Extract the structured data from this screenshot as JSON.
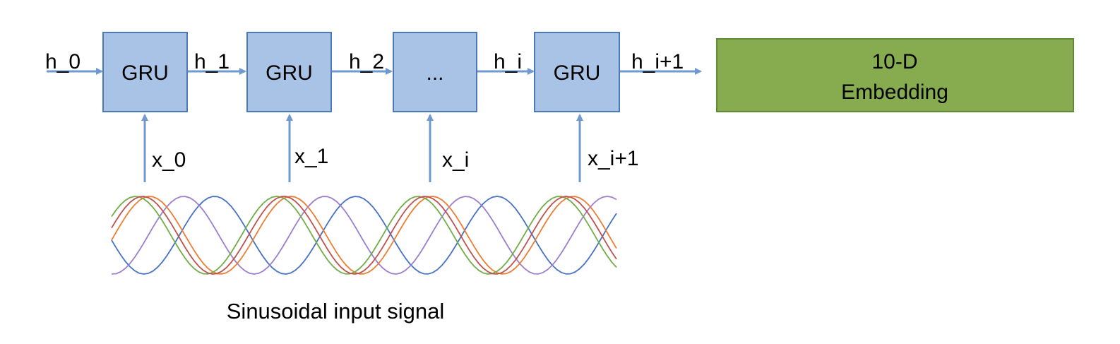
{
  "cells": [
    {
      "label": "GRU"
    },
    {
      "label": "GRU"
    },
    {
      "label": "..."
    },
    {
      "label": "GRU"
    }
  ],
  "hidden_labels": [
    "h_0",
    "h_1",
    "h_2",
    "h_i",
    "h_i+1"
  ],
  "input_labels": [
    "x_0",
    "x_1",
    "x_i",
    "x_i+1"
  ],
  "embedding": {
    "line1": "10-D",
    "line2": "Embedding"
  },
  "caption": "Sinusoidal input signal",
  "colors": {
    "cell_fill": "#a9c3e6",
    "cell_stroke": "#4d79b8",
    "arrow": "#6f9ad0",
    "embedding_fill": "#86ac4f",
    "wave_series": [
      "#4472c4",
      "#9b7fcf",
      "#ed7d31",
      "#70ad47",
      "#c0504d"
    ]
  }
}
